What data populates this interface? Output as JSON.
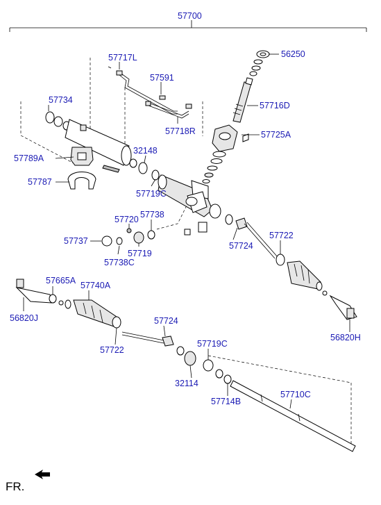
{
  "diagram": {
    "main_part": "57700",
    "labels": {
      "p56250": "56250",
      "p57717L": "57717L",
      "p57591": "57591",
      "p57716D": "57716D",
      "p57734": "57734",
      "p57718R": "57718R",
      "p57725A": "57725A",
      "p32148": "32148",
      "p57789A": "57789A",
      "p57719C_a": "57719C",
      "p57787": "57787",
      "p57720": "57720",
      "p57738": "57738",
      "p57722_a": "57722",
      "p57737": "57737",
      "p57719": "57719",
      "p57738C": "57738C",
      "p57724_a": "57724",
      "p57665A": "57665A",
      "p57740A": "57740A",
      "p56820J": "56820J",
      "p56820H": "56820H",
      "p57724_b": "57724",
      "p57722_b": "57722",
      "p57719C_b": "57719C",
      "p32114": "32114",
      "p57714B": "57714B",
      "p57710C": "57710C"
    },
    "direction_label": "FR."
  },
  "colors": {
    "label": "#1a1ab4",
    "line": "#000000",
    "background": "#ffffff"
  }
}
